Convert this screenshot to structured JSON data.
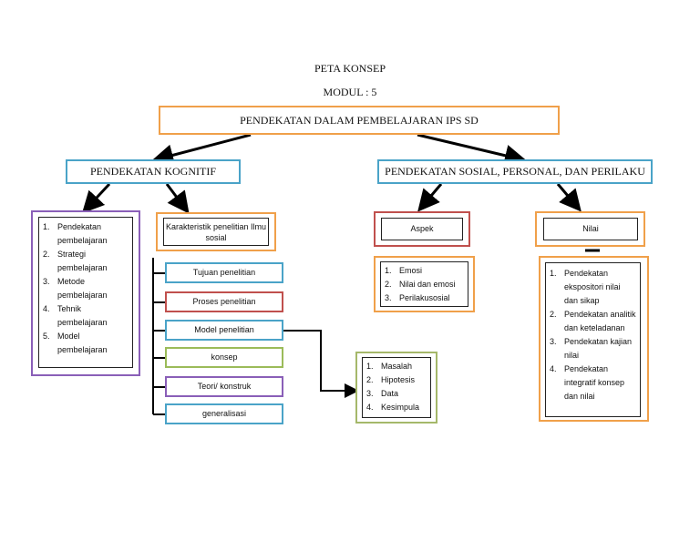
{
  "title": "PETA KONSEP",
  "subtitle": "MODUL : 5",
  "root": "PENDEKATAN DALAM PEMBELAJARAN IPS SD",
  "left_branch": "PENDEKATAN KOGNITIF",
  "right_branch": "PENDEKATAN SOSIAL, PERSONAL, DAN PERILAKU",
  "cognitive_list": [
    {
      "num": "1.",
      "text": "Pendekatan pembelajaran"
    },
    {
      "num": "2.",
      "text": "Strategi pembelajaran"
    },
    {
      "num": "3.",
      "text": "Metode pembelajaran"
    },
    {
      "num": "4.",
      "text": "Tehnik pembelajaran"
    },
    {
      "num": "5.",
      "text": "Model pembelajaran"
    }
  ],
  "karakteristik": "Karakteristik penelitian Ilmu sosial",
  "research_items": [
    "Tujuan penelitian",
    "Proses penelitian",
    "Model penelitian",
    "konsep",
    "Teori/ konstruk",
    "generalisasi"
  ],
  "model_list": [
    {
      "num": "1.",
      "text": "Masalah"
    },
    {
      "num": "2.",
      "text": "Hipotesis"
    },
    {
      "num": "3.",
      "text": "Data"
    },
    {
      "num": "4.",
      "text": "Kesimpula"
    }
  ],
  "aspek": "Aspek",
  "aspek_list": [
    {
      "num": "1.",
      "text": "Emosi"
    },
    {
      "num": "2.",
      "text": "Nilai dan emosi"
    },
    {
      "num": "3.",
      "text": "Perilakusosial"
    }
  ],
  "nilai": "Nilai",
  "nilai_list": [
    {
      "num": "1.",
      "text": "Pendekatan ekspositori nilai dan sikap"
    },
    {
      "num": "2.",
      "text": "Pendekatan analitik dan keteladanan"
    },
    {
      "num": "3.",
      "text": "Pendekatan kajian nilai"
    },
    {
      "num": "4.",
      "text": "Pendekatan integratif konsep dan nilai"
    }
  ],
  "colors": {
    "orange": "#f0a04a",
    "blue": "#4aa3c8",
    "purple": "#8a5fb8",
    "red": "#c0504d",
    "green": "#9bbb59",
    "olive": "#a5b86a"
  }
}
